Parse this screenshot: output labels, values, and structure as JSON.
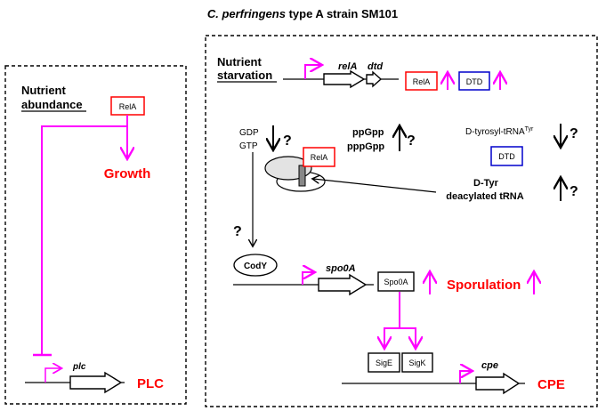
{
  "title": {
    "italic": "C. perfringens",
    "rest": " type A strain SM101"
  },
  "left_panel": {
    "label_line1": "Nutrient",
    "label_line2": "abundance",
    "rela_box": "RelA",
    "growth": "Growth",
    "plc_gene": "plc",
    "plc_product": "PLC"
  },
  "right_panel": {
    "label_line1": "Nutrient",
    "label_line2": "starvation",
    "rela_gene": "relA",
    "dtd_gene": "dtd",
    "rela_box": "RelA",
    "dtd_box": "DTD",
    "gdp": "GDP",
    "gtp": "GTP",
    "ppgpp": "ppGpp",
    "pppgpp": "pppGpp",
    "d_tyrosyl": "D-tyrosyl-tRNA",
    "d_tyrosyl_sup": "Tyr",
    "dtd_box2": "DTD",
    "d_tyr": "D-Tyr",
    "deacylated": "deacylated tRNA",
    "ribosome_rela": "RelA",
    "question": "?",
    "cody": "CodY",
    "spo0a_gene": "spo0A",
    "spo0a_box": "Spo0A",
    "sporulation": "Sporulation",
    "sige": "SigE",
    "sigk": "SigK",
    "cpe_gene": "cpe",
    "cpe_product": "CPE"
  },
  "colors": {
    "magenta": "#ff00ff",
    "red": "#ff0000",
    "blue": "#0000cc",
    "black": "#000000"
  }
}
